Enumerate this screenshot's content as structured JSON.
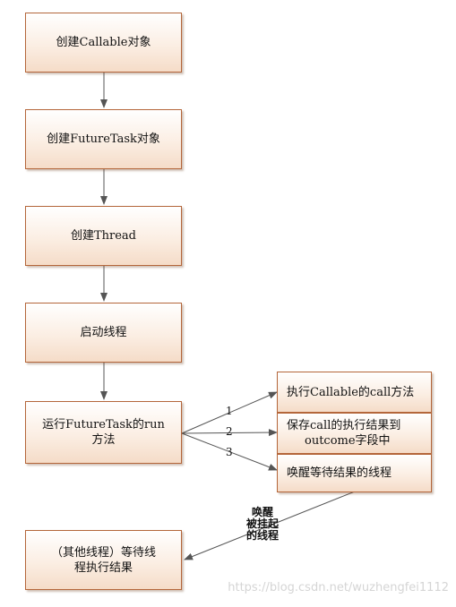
{
  "nodes": {
    "create_callable": "创建Callable对象",
    "create_futuretask": "创建FutureTask对象",
    "create_thread": "创建Thread",
    "start_thread": "启动线程",
    "run_futuretask_line1": "运行FutureTask的run",
    "run_futuretask_line2": "方法",
    "exec_call": "执行Callable的call方法",
    "save_result_line1": "保存call的执行结果到",
    "save_result_line2": "outcome字段中",
    "wake_waiting": "唤醒等待结果的线程",
    "other_threads_line1": "（其他线程）等待线",
    "other_threads_line2": "程执行结果"
  },
  "edge_labels": {
    "step1": "1",
    "step2": "2",
    "step3": "3"
  },
  "wake_label": {
    "line1": "唤醒",
    "line2": "被挂起",
    "line3": "的线程"
  },
  "watermark": "https://blog.csdn.net/wuzhengfei1112"
}
